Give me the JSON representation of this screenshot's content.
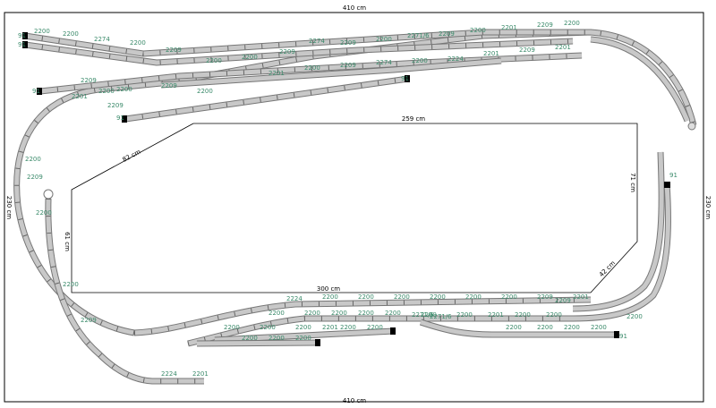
{
  "dimensions": {
    "top_width": "410 cm",
    "bottom_width": "410 cm",
    "left_height": "230 cm",
    "right_height": "230 cm",
    "inner_top": "259 cm",
    "inner_bottom": "300 cm",
    "inner_diagonal_top": "82 cm",
    "inner_left": "61 cm",
    "inner_right": "71 cm",
    "inner_diagonal_bottom": "42 cm"
  },
  "labels": {
    "upper_yard": [
      "2200",
      "2200",
      "2274",
      "2200",
      "2209",
      "2200",
      "2200",
      "2209",
      "2274",
      "2209",
      "2200",
      "2271/6",
      "2209",
      "2200",
      "2201",
      "2209",
      "2200",
      "2209",
      "2200",
      "2209",
      "2200",
      "2201",
      "2200",
      "2209",
      "2274",
      "2200",
      "2224",
      "2201",
      "2209",
      "2201"
    ],
    "lower_yard": [
      "2224",
      "2200",
      "2200",
      "2200",
      "2200",
      "2200",
      "2200",
      "2209",
      "2209",
      "2201",
      "2200",
      "2200",
      "2200",
      "2200",
      "2200",
      "2200",
      "2200",
      "2271/6",
      "2201",
      "2200",
      "2200",
      "2200",
      "2200",
      "2200",
      "2201",
      "2200",
      "2200",
      "2271/6",
      "2200",
      "2200",
      "2200",
      "2200",
      "2200",
      "2200",
      "2200",
      "2200"
    ],
    "loop": [
      "2224",
      "2201",
      "2209",
      "2200",
      "2200",
      "2209",
      "2200",
      "2201",
      "2200",
      "2209"
    ],
    "bumpers": [
      "91",
      "91",
      "91",
      "91",
      "91",
      "91",
      "91"
    ]
  }
}
